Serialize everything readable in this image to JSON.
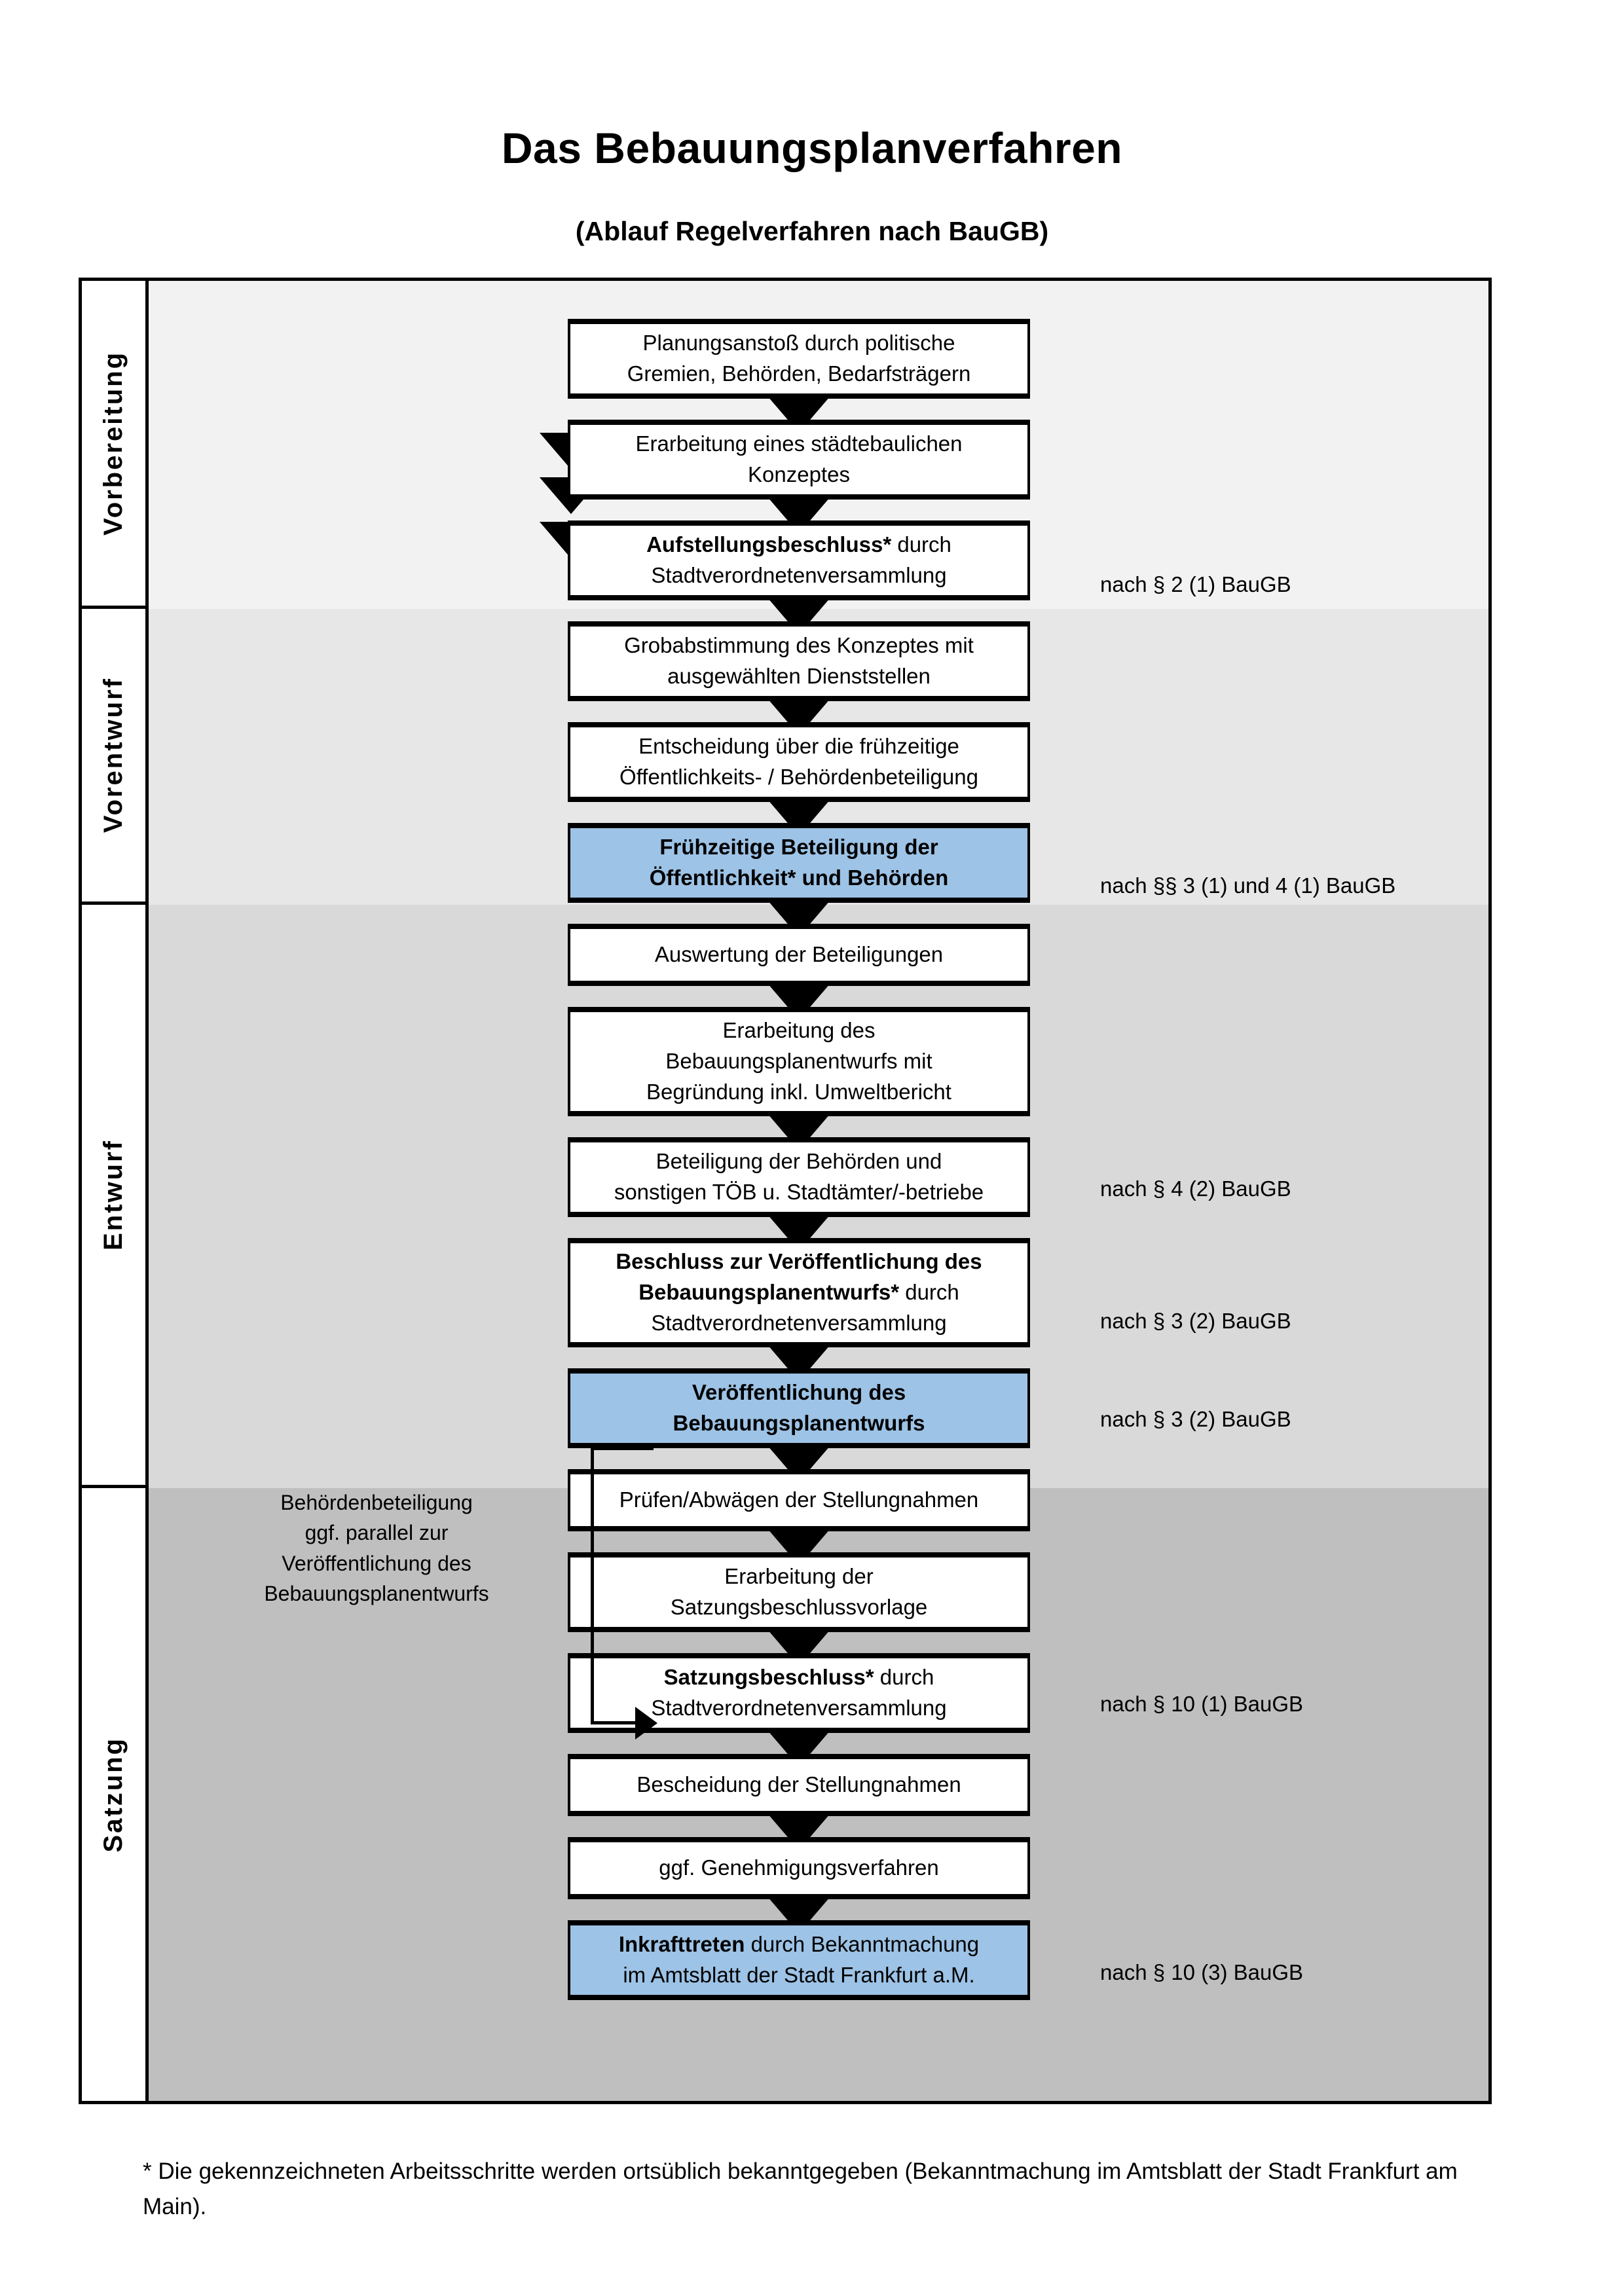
{
  "title": "Das Bebauungsplanverfahren",
  "subtitle": "(Ablauf Regelverfahren nach BauGB)",
  "colors": {
    "highlight": "#9DC3E6",
    "band_vorbereitung": "#F2F2F2",
    "band_vorentwurf": "#E7E7E7",
    "band_entwurf": "#D9D9D9",
    "band_satzung": "#BFBFBF",
    "border": "#000000"
  },
  "phases": [
    {
      "label": "Vorbereitung",
      "band_color": "#F2F2F2"
    },
    {
      "label": "Vorentwurf",
      "band_color": "#E7E7E7"
    },
    {
      "label": "Entwurf",
      "band_color": "#D9D9D9"
    },
    {
      "label": "Satzung",
      "band_color": "#BFBFBF"
    }
  ],
  "steps": [
    {
      "id": "planungsanstoss",
      "lines": [
        "Planungsanstoß durch politische",
        "Gremien, Behörden, Bedarfsträgern"
      ],
      "bold_prefix": "",
      "highlight": false
    },
    {
      "id": "staedtebauliches-konzept",
      "lines": [
        "Erarbeitung eines städtebaulichen",
        "Konzeptes"
      ],
      "bold_prefix": "",
      "highlight": false
    },
    {
      "id": "aufstellungsbeschluss",
      "lines": [
        "Aufstellungsbeschluss* durch",
        "Stadtverordnetenversammlung"
      ],
      "bold_prefix": "Aufstellungsbeschluss*",
      "bold_suffix": " durch",
      "rest": "Stadtverordnetenversammlung",
      "highlight": false
    },
    {
      "id": "grobabstimmung",
      "lines": [
        "Grobabstimmung des Konzeptes mit",
        "ausgewählten Dienststellen"
      ],
      "bold_prefix": "",
      "highlight": false
    },
    {
      "id": "entscheidung-fruehzeitig",
      "lines": [
        "Entscheidung über die frühzeitige",
        "Öffentlichkeits- / Behördenbeteiligung"
      ],
      "bold_prefix": "",
      "highlight": false
    },
    {
      "id": "fruehzeitige-beteiligung",
      "lines": [
        "Frühzeitige Beteiligung der",
        "Öffentlichkeit* und Behörden"
      ],
      "all_bold": true,
      "highlight": true
    },
    {
      "id": "auswertung-beteiligungen",
      "lines": [
        "Auswertung der Beteiligungen"
      ],
      "bold_prefix": "",
      "highlight": false
    },
    {
      "id": "erarbeitung-entwurf",
      "lines": [
        "Erarbeitung des",
        "Bebauungsplanentwurfs mit",
        "Begründung inkl. Umweltbericht"
      ],
      "bold_prefix": "",
      "highlight": false
    },
    {
      "id": "beteiligung-behoerden",
      "lines": [
        "Beteiligung der Behörden und",
        "sonstigen TÖB u. Stadtämter/-betriebe"
      ],
      "bold_prefix": "",
      "highlight": false
    },
    {
      "id": "beschluss-veroeffentlichung",
      "lines": [
        "Beschluss zur Veröffentlichung des",
        "Bebauungsplanentwurfs* durch",
        "Stadtverordnetenversammlung"
      ],
      "bold_prefix": "Beschluss zur Veröffentlichung des Bebauungsplanentwurfs*",
      "bold_suffix": " durch",
      "rest": "Stadtverordnetenversammlung",
      "highlight": false
    },
    {
      "id": "veroeffentlichung",
      "lines": [
        "Veröffentlichung des",
        "Bebauungsplanentwurfs"
      ],
      "all_bold": true,
      "highlight": true
    },
    {
      "id": "pruefen-abwaegen",
      "lines": [
        "Prüfen/Abwägen der Stellungnahmen"
      ],
      "bold_prefix": "",
      "highlight": false
    },
    {
      "id": "satzungsbeschlussvorlage",
      "lines": [
        "Erarbeitung der",
        "Satzungsbeschlussvorlage"
      ],
      "bold_prefix": "",
      "highlight": false
    },
    {
      "id": "satzungsbeschluss",
      "lines": [
        "Satzungsbeschluss* durch",
        "Stadtverordnetenversammlung"
      ],
      "bold_prefix": "Satzungsbeschluss*",
      "bold_suffix": " durch",
      "rest": "Stadtverordnetenversammlung",
      "highlight": false
    },
    {
      "id": "bescheidung",
      "lines": [
        "Bescheidung der Stellungnahmen"
      ],
      "bold_prefix": "",
      "highlight": false
    },
    {
      "id": "genehmigungsverfahren",
      "lines": [
        "ggf. Genehmigungsverfahren"
      ],
      "bold_prefix": "",
      "highlight": false
    },
    {
      "id": "inkrafttreten",
      "lines": [
        "Inkrafttreten durch Bekanntmachung",
        "im Amtsblatt der Stadt Frankfurt a.M."
      ],
      "bold_prefix": "Inkrafttreten",
      "bold_suffix": " durch Bekanntmachung",
      "rest": "im Amtsblatt der Stadt Frankfurt a.M.",
      "highlight": true
    }
  ],
  "step_text": {
    "planungsanstoss_l1": "Planungsanstoß durch politische",
    "planungsanstoss_l2": "Gremien, Behörden, Bedarfsträgern",
    "konzept_l1": "Erarbeitung eines städtebaulichen",
    "konzept_l2": "Konzeptes",
    "aufstellung_bold": "Aufstellungsbeschluss*",
    "aufstellung_plain": " durch",
    "aufstellung_l2": "Stadtverordnetenversammlung",
    "grobabstimmung_l1": "Grobabstimmung des Konzeptes mit",
    "grobabstimmung_l2": "ausgewählten Dienststellen",
    "entscheidung_l1": "Entscheidung über die frühzeitige",
    "entscheidung_l2": "Öffentlichkeits- / Behördenbeteiligung",
    "fruehbeteiligung_l1": "Frühzeitige Beteiligung der",
    "fruehbeteiligung_l2": "Öffentlichkeit* und Behörden",
    "auswertung": "Auswertung der Beteiligungen",
    "erarbeitung_l1": "Erarbeitung des",
    "erarbeitung_l2": "Bebauungsplanentwurfs mit",
    "erarbeitung_l3": "Begründung inkl. Umweltbericht",
    "behoerden_l1": "Beteiligung der Behörden und",
    "behoerden_l2": "sonstigen TÖB u. Stadtämter/-betriebe",
    "beschluss_bold_l1": "Beschluss zur Veröffentlichung des",
    "beschluss_bold_l2": "Bebauungsplanentwurfs*",
    "beschluss_plain_l2": " durch",
    "beschluss_l3": "Stadtverordnetenversammlung",
    "veroeffentlichung_l1": "Veröffentlichung des",
    "veroeffentlichung_l2": "Bebauungsplanentwurfs",
    "pruefen": "Prüfen/Abwägen der Stellungnahmen",
    "vorlage_l1": "Erarbeitung der",
    "vorlage_l2": "Satzungsbeschlussvorlage",
    "satzungsbeschluss_bold": "Satzungsbeschluss*",
    "satzungsbeschluss_plain": " durch",
    "satzungsbeschluss_l2": "Stadtverordnetenversammlung",
    "bescheidung": "Bescheidung der Stellungnahmen",
    "genehmigung": "ggf. Genehmigungsverfahren",
    "inkrafttreten_bold": "Inkrafttreten",
    "inkrafttreten_plain": " durch Bekanntmachung",
    "inkrafttreten_l2": "im Amtsblatt der Stadt Frankfurt a.M."
  },
  "legal_notes": [
    {
      "id": "note-par2",
      "text": "nach § 2 (1) BauGB"
    },
    {
      "id": "note-par3-4-1",
      "text": "nach §§ 3 (1) und 4 (1) BauGB"
    },
    {
      "id": "note-par4-2",
      "text": "nach § 4 (2) BauGB"
    },
    {
      "id": "note-par3-2a",
      "text": "nach § 3 (2) BauGB"
    },
    {
      "id": "note-par3-2b",
      "text": "nach § 3 (2) BauGB"
    },
    {
      "id": "note-par10-1",
      "text": "nach § 10 (1) BauGB"
    },
    {
      "id": "note-par10-3",
      "text": "nach § 10 (3) BauGB"
    }
  ],
  "side_note": {
    "l1": "Behördenbeteiligung",
    "l2": "ggf. parallel zur",
    "l3": "Veröffentlichung des",
    "l4": "Bebauungsplanentwurfs"
  },
  "footnote": "* Die gekennzeichneten Arbeitsschritte werden ortsüblich bekanntgegeben (Bekanntmachung im Amtsblatt  der Stadt Frankfurt am Main)."
}
